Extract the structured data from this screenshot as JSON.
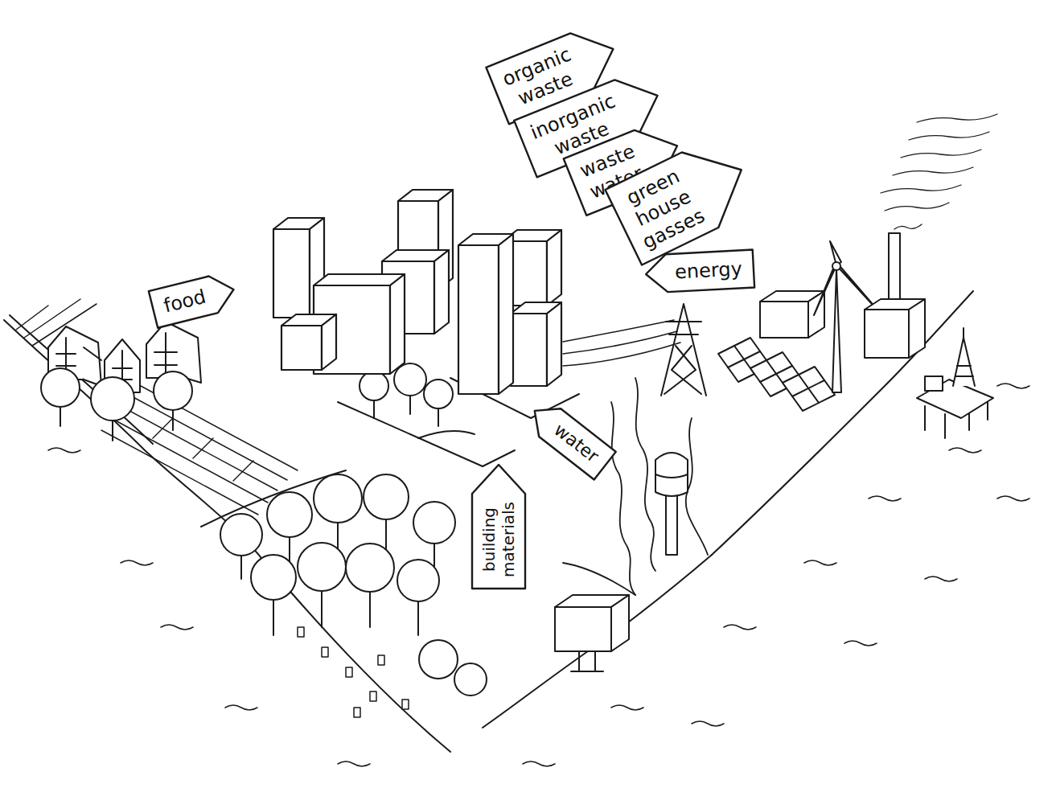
{
  "diagram": {
    "nodes": [
      {
        "text": [
          "organic waste"
        ]
      },
      {
        "text": [
          "inorganic waste"
        ]
      },
      {
        "text": [
          "waste water"
        ]
      },
      {
        "text": [
          "green house gasses"
        ]
      },
      {
        "text": [
          "energy"
        ]
      },
      {
        "text": [
          "food"
        ]
      },
      {
        "text": [
          "water"
        ]
      },
      {
        "text": [
          "building materials"
        ]
      }
    ]
  }
}
